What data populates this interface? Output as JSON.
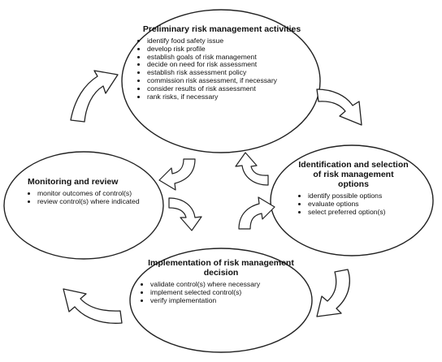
{
  "nodes": {
    "top": {
      "title": "Preliminary risk management activities",
      "items": [
        "identify food safety issue",
        "develop risk profile",
        "establish goals of risk management",
        "decide on need for risk assessment",
        "establish risk assessment policy",
        "commission risk assessment, if necessary",
        "consider results of risk assessment",
        "rank risks, if necessary"
      ]
    },
    "right": {
      "title": "Identification and selection of risk management options",
      "items": [
        "identify possible options",
        "evaluate options",
        "select preferred option(s)"
      ]
    },
    "bottom": {
      "title": "Implementation of risk management decision",
      "items": [
        "validate control(s) where necessary",
        "implement selected control(s)",
        "verify implementation"
      ]
    },
    "left": {
      "title": "Monitoring and review",
      "items": [
        "monitor outcomes of control(s)",
        "review control(s) where indicated"
      ]
    }
  },
  "colors": {
    "stroke": "#222222",
    "fill": "#ffffff"
  }
}
